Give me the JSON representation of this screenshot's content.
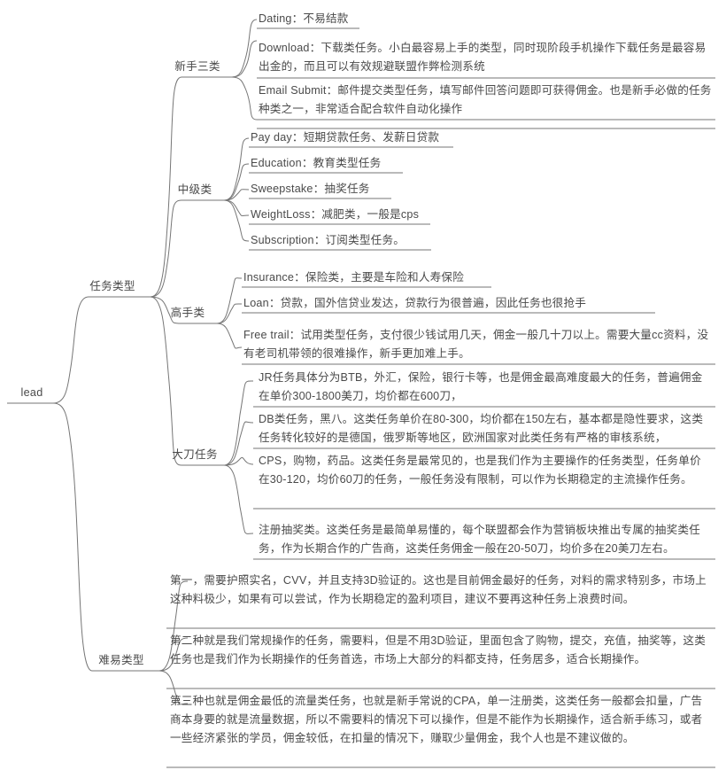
{
  "diagram": {
    "type": "mind-map",
    "direction": "left-to-right",
    "line_color": "#767676",
    "text_color": "#4a4a4a",
    "background": "#ffffff"
  },
  "root": {
    "label": "lead"
  },
  "branches": [
    {
      "id": "task-type",
      "label": "任务类型",
      "children": [
        {
          "id": "newbie",
          "label": "新手三类",
          "leaves": [
            {
              "id": "dating",
              "text": "Dating：不易结款"
            },
            {
              "id": "download",
              "text": "Download：下载类任务。小白最容易上手的类型，同时现阶段手机操作下载任务是最容易出金的，而且可以有效规避联盟作弊检测系统"
            },
            {
              "id": "email-submit",
              "text": "Email Submit：邮件提交类型任务，填写邮件回答问题即可获得佣金。也是新手必做的任务种类之一，非常适合配合软件自动化操作"
            }
          ]
        },
        {
          "id": "intermediate",
          "label": "中级类",
          "leaves": [
            {
              "id": "pay-day",
              "text": "Pay day：短期贷款任务、发薪日贷款"
            },
            {
              "id": "education",
              "text": "Education：教育类型任务"
            },
            {
              "id": "sweepstake",
              "text": "Sweepstake：抽奖任务"
            },
            {
              "id": "weight-loss",
              "text": "WeightLoss：减肥类，一般是cps"
            },
            {
              "id": "subscription",
              "text": "Subscription：订阅类型任务。"
            }
          ]
        },
        {
          "id": "expert",
          "label": "高手类",
          "leaves": [
            {
              "id": "insurance",
              "text": "Insurance：保险类，主要是车险和人寿保险"
            },
            {
              "id": "loan",
              "text": "Loan：贷款，国外信贷业发达，贷款行为很普遍，因此任务也很抢手"
            },
            {
              "id": "free-trail",
              "text": "Free trail：试用类型任务，支付很少钱试用几天，佣金一般几十刀以上。需要大量cc资料，没有老司机带领的很难操作，新手更加难上手。"
            }
          ]
        },
        {
          "id": "big-knife",
          "label": "大刀任务",
          "leaves": [
            {
              "id": "jr",
              "text": "JR任务具体分为BTB，外汇，保险，银行卡等，也是佣金最高难度最大的任务，普遍佣金在单价300-1800美刀，均价都在600刀，"
            },
            {
              "id": "db",
              "text": "DB类任务，黑八。这类任务单价在80-300，均价都在150左右，基本都是隐性要求，这类任务转化较好的是德国，俄罗斯等地区，欧洲国家对此类任务有严格的审核系统，"
            },
            {
              "id": "cps",
              "text": "CPS，购物，药品。这类任务是最常见的，也是我们作为主要操作的任务类型，任务单价在30-120，均价60刀的任务，一般任务没有限制，可以作为长期稳定的主流操作任务。"
            },
            {
              "id": "register-sweep",
              "text": "注册抽奖类。这类任务是最简单易懂的，每个联盟都会作为营销板块推出专属的抽奖类任务，作为长期合作的广告商，这类任务佣金一般在20-50刀，均价多在20美刀左右。"
            }
          ]
        }
      ]
    },
    {
      "id": "difficulty-type",
      "label": "难易类型",
      "children": [
        {
          "id": "difficulty-leaves",
          "label": "",
          "leaves": [
            {
              "id": "level-1",
              "text": "第一，需要护照实名，CVV，并且支持3D验证的。这也是目前佣金最好的任务，对料的需求特别多，市场上这种料极少，如果有可以尝试，作为长期稳定的盈利项目，建议不要再这种任务上浪费时间。"
            },
            {
              "id": "level-2",
              "text": "第二种就是我们常规操作的任务，需要料，但是不用3D验证，里面包含了购物，提交，充值，抽奖等，这类任务也是我们作为长期操作的任务首选，市场上大部分的料都支持，任务居多，适合长期操作。"
            },
            {
              "id": "level-3",
              "text": "第三种也就是佣金最低的流量类任务，也就是新手常说的CPA，单一注册类，这类任务一般都会扣量，广告商本身要的就是流量数据，所以不需要料的情况下可以操作，但是不能作为长期操作，适合新手练习，或者一些经济紧张的学员，佣金较低，在扣量的情况下，赚取少量佣金，我个人也是不建议做的。"
            }
          ]
        }
      ]
    }
  ]
}
